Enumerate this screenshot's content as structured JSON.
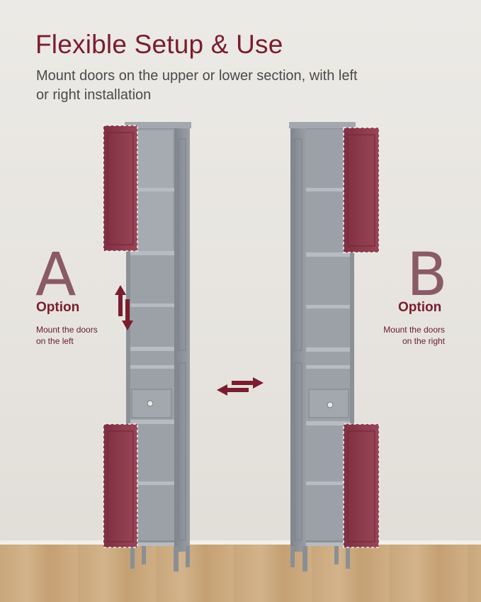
{
  "heading": {
    "title": "Flexible Setup & Use",
    "subtitle": "Mount doors on the upper or lower section, with left or right installation"
  },
  "option_a": {
    "letter": "A",
    "label": "Option",
    "description_line1": "Mount the doors",
    "description_line2": "on the left"
  },
  "option_b": {
    "letter": "B",
    "label": "Option",
    "description_line1": "Mount the doors",
    "description_line2": "on the right"
  },
  "colors": {
    "accent": "#7a1d2e",
    "cabinet": "#8f949b",
    "door": "#8e3a4c",
    "floor": "#c9a77c"
  },
  "icons": [
    "up-down-arrows-icon",
    "swap-arrows-icon"
  ]
}
